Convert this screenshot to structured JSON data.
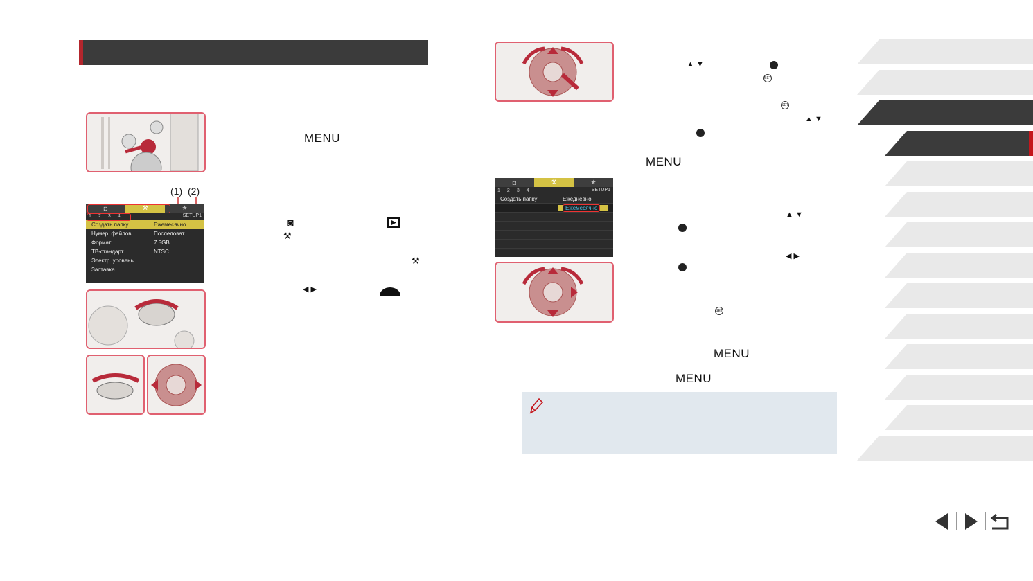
{
  "keys": {
    "menu": "MENU"
  },
  "screen1": {
    "callout_1": "(1)",
    "callout_2": "(2)",
    "setup_label": "SETUP1",
    "page_numbers": [
      "1",
      "2",
      "3",
      "4"
    ],
    "rows": [
      {
        "label": "Создать папку",
        "value": "Ежемесячно"
      },
      {
        "label": "Нумер. файлов",
        "value": "Последоват."
      },
      {
        "label": "Формат",
        "value": "7.5GB"
      },
      {
        "label": "ТВ-стандарт",
        "value": "NTSC"
      },
      {
        "label": "Электр. уровень",
        "value": ""
      },
      {
        "label": "Заставка",
        "value": ""
      }
    ]
  },
  "screen2": {
    "setup_label": "SETUP1",
    "page_numbers": [
      "1",
      "2",
      "3",
      "4"
    ],
    "row_label": "Создать папку",
    "option_1": "Ежедневно",
    "option_2": "Ежемесячно"
  },
  "colors": {
    "accent": "#c4161c",
    "header_bg": "#3b3b3b",
    "note_bg": "#e1e8ee",
    "lcd_highlight": "#d4c244"
  },
  "icons": [
    "pencil-note-icon",
    "previous-page-icon",
    "next-page-icon",
    "return-icon",
    "camera-tab-icon",
    "wrench-tab-icon",
    "star-tab-icon",
    "playback-icon",
    "set-button-icon",
    "control-dial-icon",
    "up-down-arrows-icon",
    "left-right-arrows-icon",
    "front-dial-icon"
  ]
}
